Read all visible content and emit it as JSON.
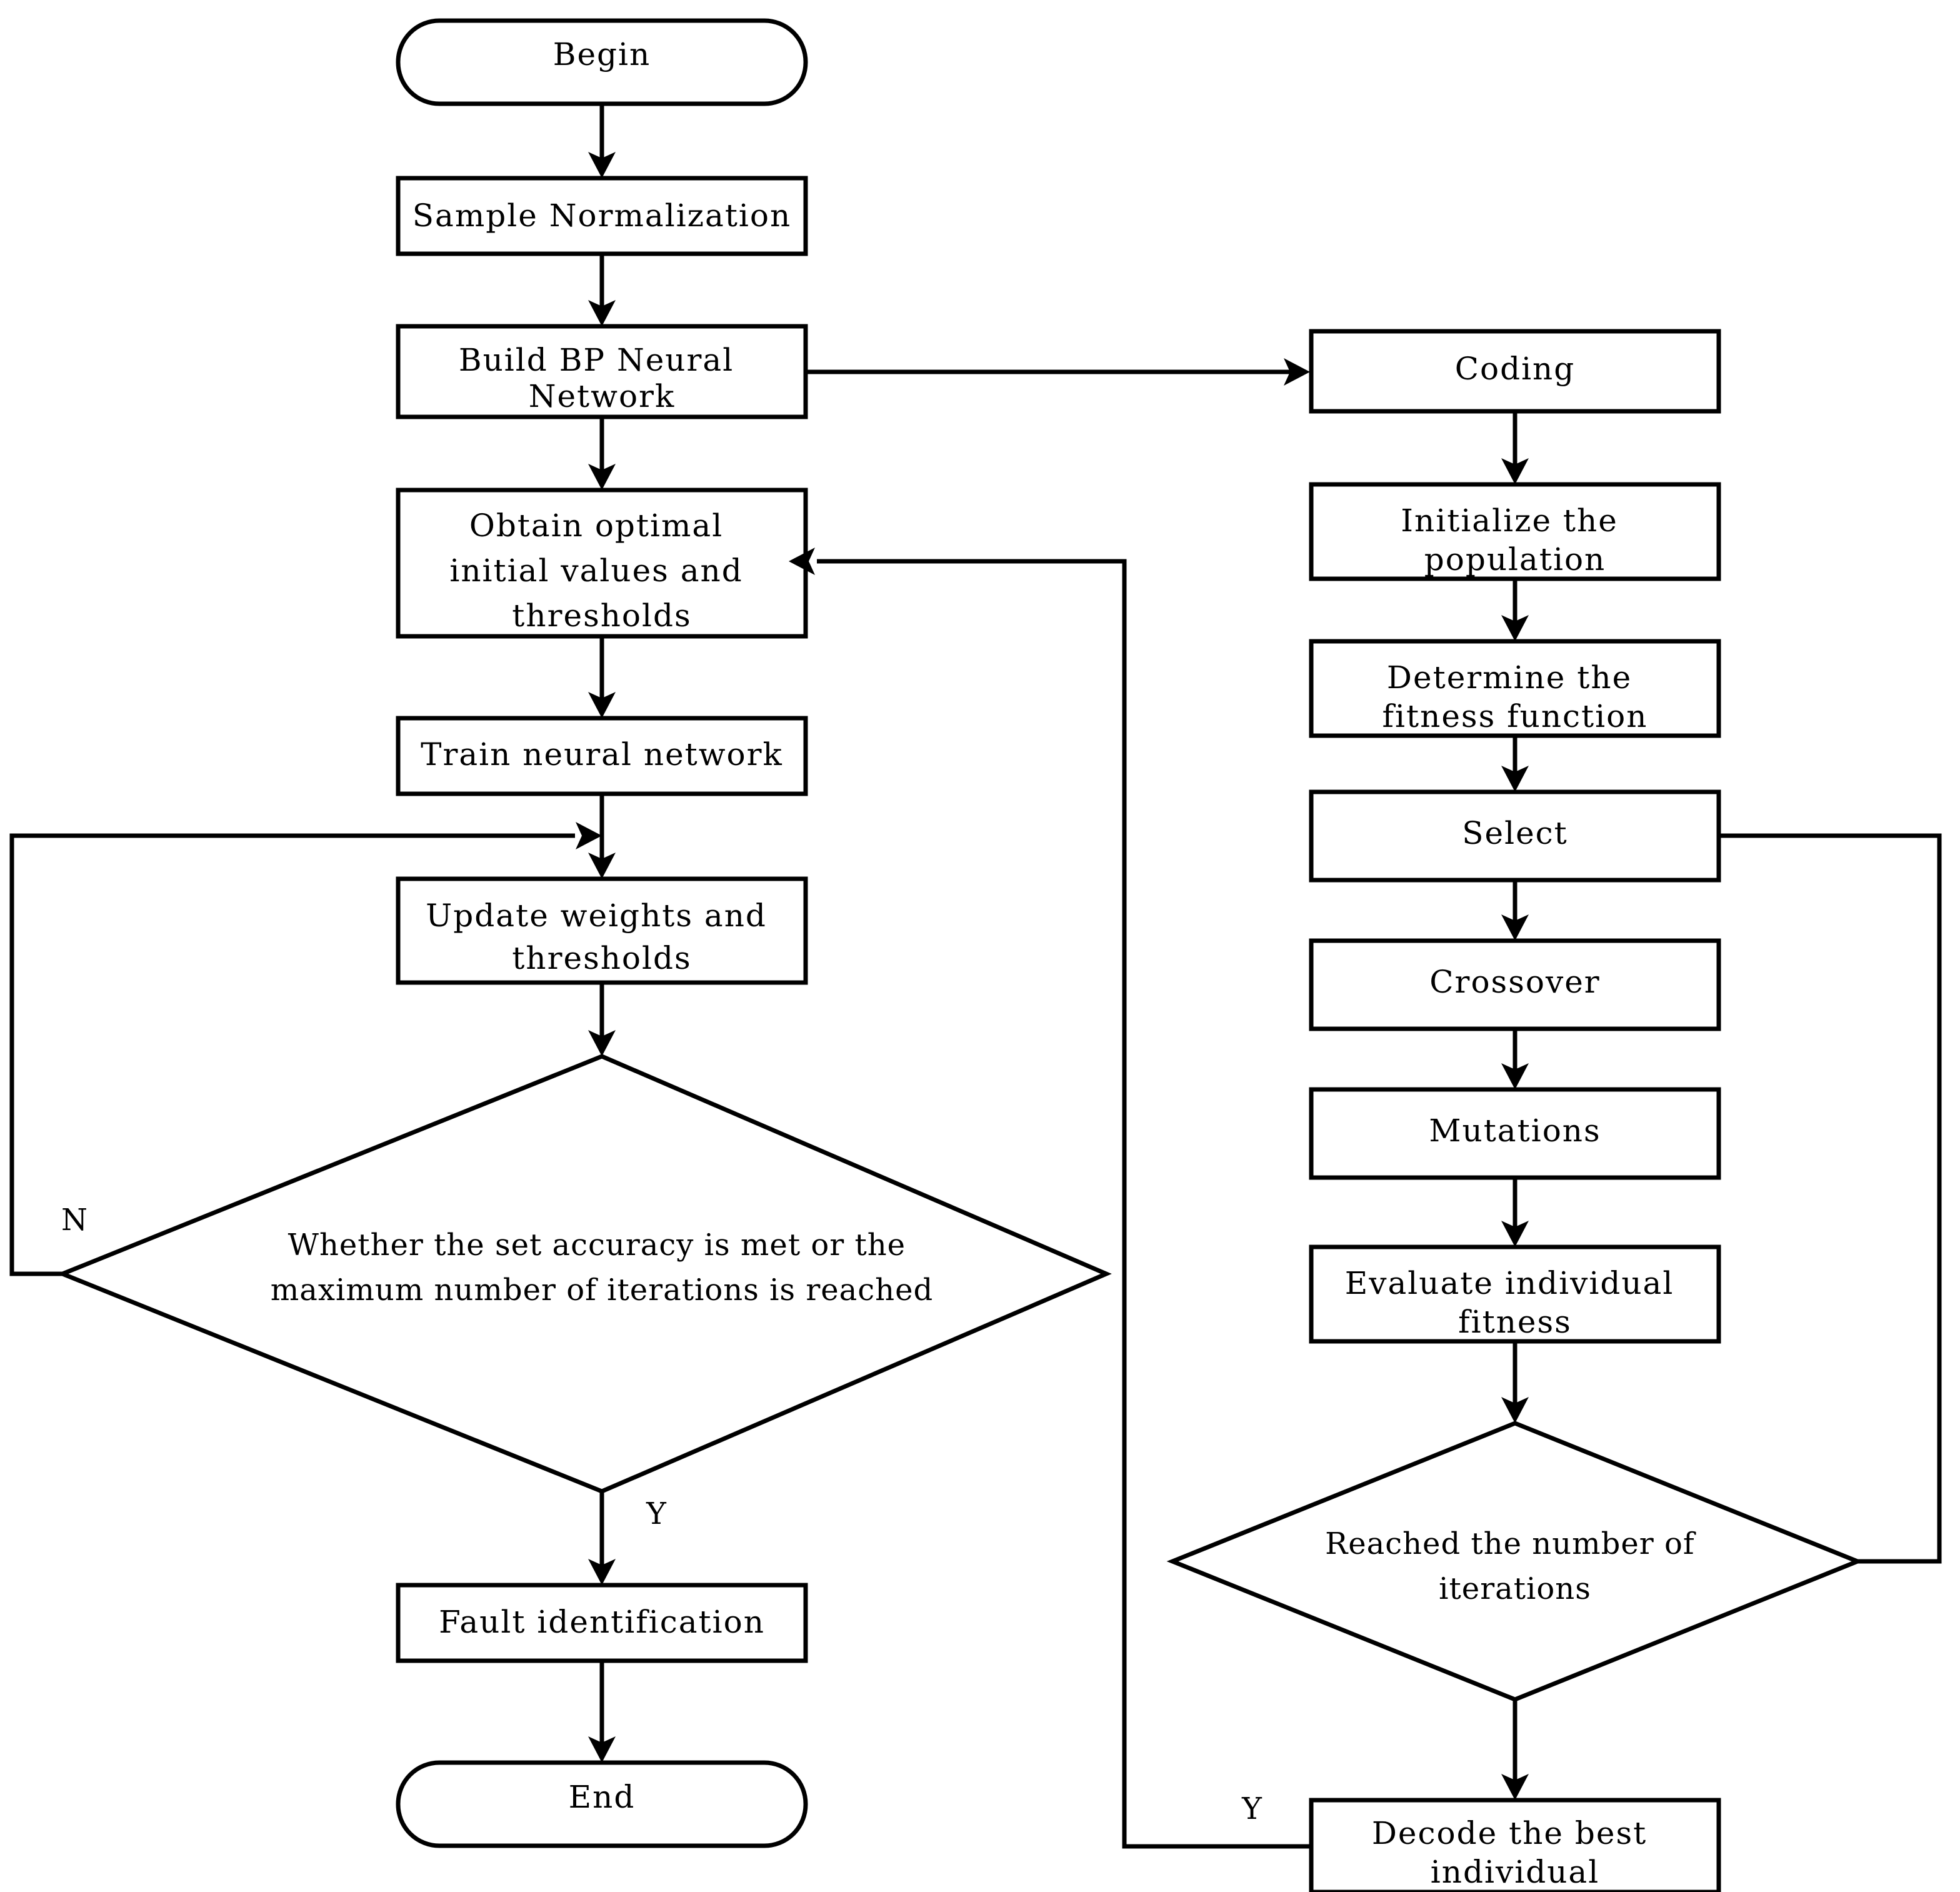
{
  "diagram": {
    "type": "flowchart",
    "title": "GA-BP neural network fault identification flowchart",
    "background_color": "#ffffff",
    "line_color": "#000000",
    "text_color": "#000000"
  },
  "left_column": {
    "begin": "Begin",
    "sample_normalization": "Sample Normalization",
    "build_bp_line1": "Build BP Neural",
    "build_bp_line2": "Network",
    "obtain_line1": "Obtain optimal",
    "obtain_line2": "initial values and",
    "obtain_line3": "thresholds",
    "train_network": "Train neural network",
    "update_line1": "Update weights and",
    "update_line2": "thresholds",
    "decision_line1": "Whether the set accuracy is met or the",
    "decision_line2": "maximum number of iterations is reached",
    "decision_no_label": "N",
    "decision_yes_label": "Y",
    "fault_identification": "Fault identification",
    "end": "End"
  },
  "right_column": {
    "coding": "Coding",
    "initialize_line1": "Initialize the",
    "initialize_line2": "population",
    "determine_line1": "Determine the",
    "determine_line2": "fitness function",
    "select": "Select",
    "crossover": "Crossover",
    "mutations": "Mutations",
    "evaluate_line1": "Evaluate individual",
    "evaluate_line2": "fitness",
    "reached_line1": "Reached the number of",
    "reached_line2": "iterations",
    "reached_yes_label": "Y",
    "decode_line1": "Decode the best",
    "decode_line2": "individual"
  }
}
